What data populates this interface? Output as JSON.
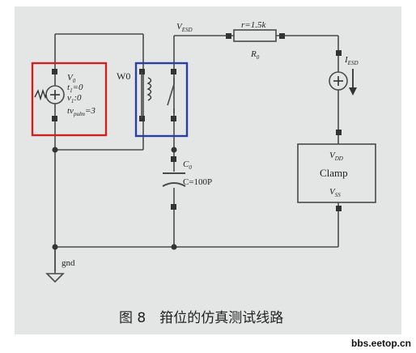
{
  "source": {
    "V0": "V",
    "V0_sub": "0",
    "t1_line": "=0",
    "t1_sym": "t",
    "t1_sub": "1",
    "v1_line": ":0",
    "v1_sym": "v",
    "v1_sub": "1",
    "tv_line": "=3",
    "tv_sym": "tv",
    "tv_sub": "pulm"
  },
  "switch": {
    "label": "W0"
  },
  "net": {
    "vesd": "V",
    "vesd_sub": "ESD",
    "gnd": "gnd"
  },
  "resistor": {
    "value": "r=1.5k",
    "name": "R",
    "name_sub": "0"
  },
  "capacitor": {
    "name": "C",
    "name_sub": "0",
    "value": "C=100P"
  },
  "current_source": {
    "name": "I",
    "name_sub": "ESD"
  },
  "clamp": {
    "vdd": "V",
    "vdd_sub": "DD",
    "title": "Clamp",
    "vss": "V",
    "vss_sub": "SS"
  },
  "caption": "图 8　箝位的仿真测试线路",
  "watermark": "bbs.eetop.cn",
  "colors": {
    "highlight_source": "#cc2222",
    "highlight_switch": "#2a3fa0",
    "wire": "#4a4a4a"
  }
}
